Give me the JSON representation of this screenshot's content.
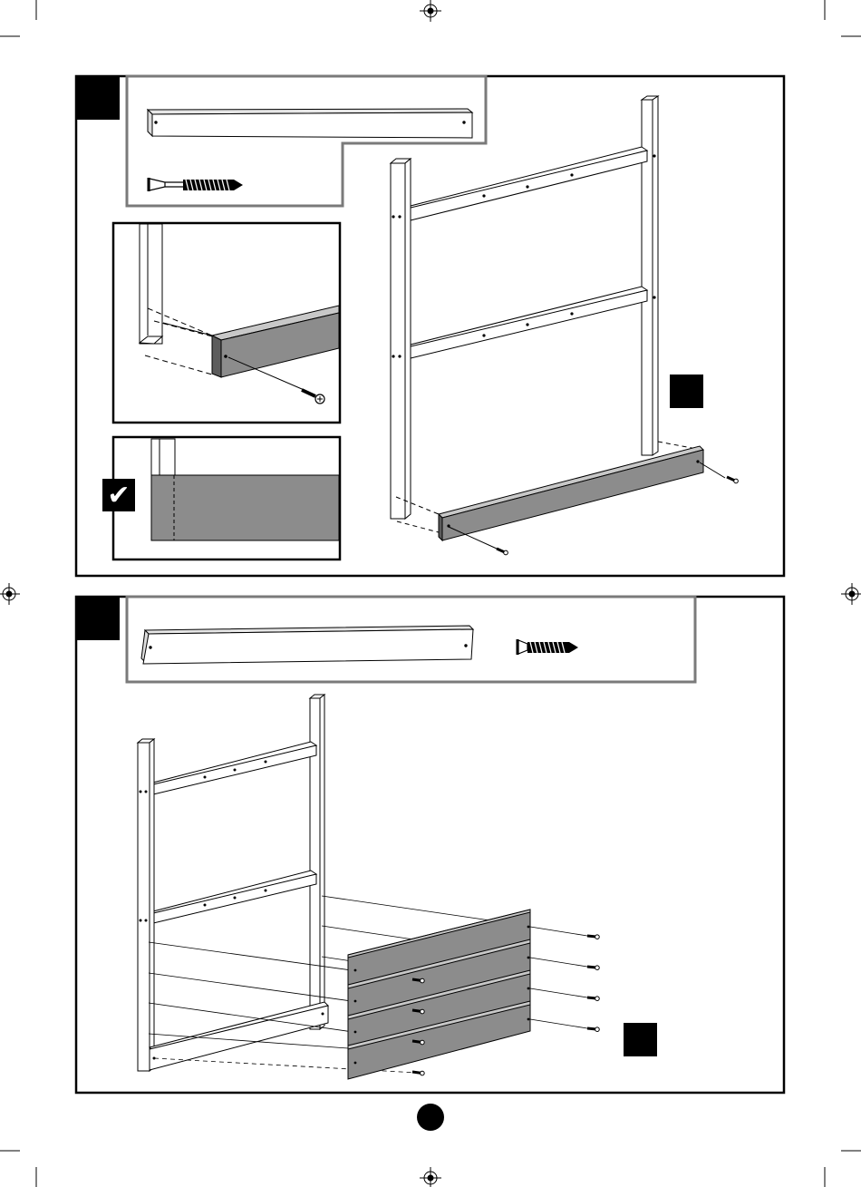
{
  "page": {
    "background": "#ffffff",
    "ink": "#000000",
    "panel_fill": "#8c8c8c",
    "parts_frame": "#7a7a7a"
  },
  "step1": {
    "step_number_badge": "",
    "parts_box": {
      "items": [
        "long-beam",
        "screw"
      ]
    },
    "detail_zoom": {
      "icon": "screw-alignment-detail"
    },
    "check_detail": {
      "icon": "check-icon",
      "mark": "✔"
    },
    "callout_badge": ""
  },
  "step2": {
    "step_number_badge": "",
    "parts_box": {
      "items": [
        "long-beam",
        "screw"
      ]
    },
    "callout_badge": ""
  },
  "footer": {
    "page_badge": ""
  }
}
